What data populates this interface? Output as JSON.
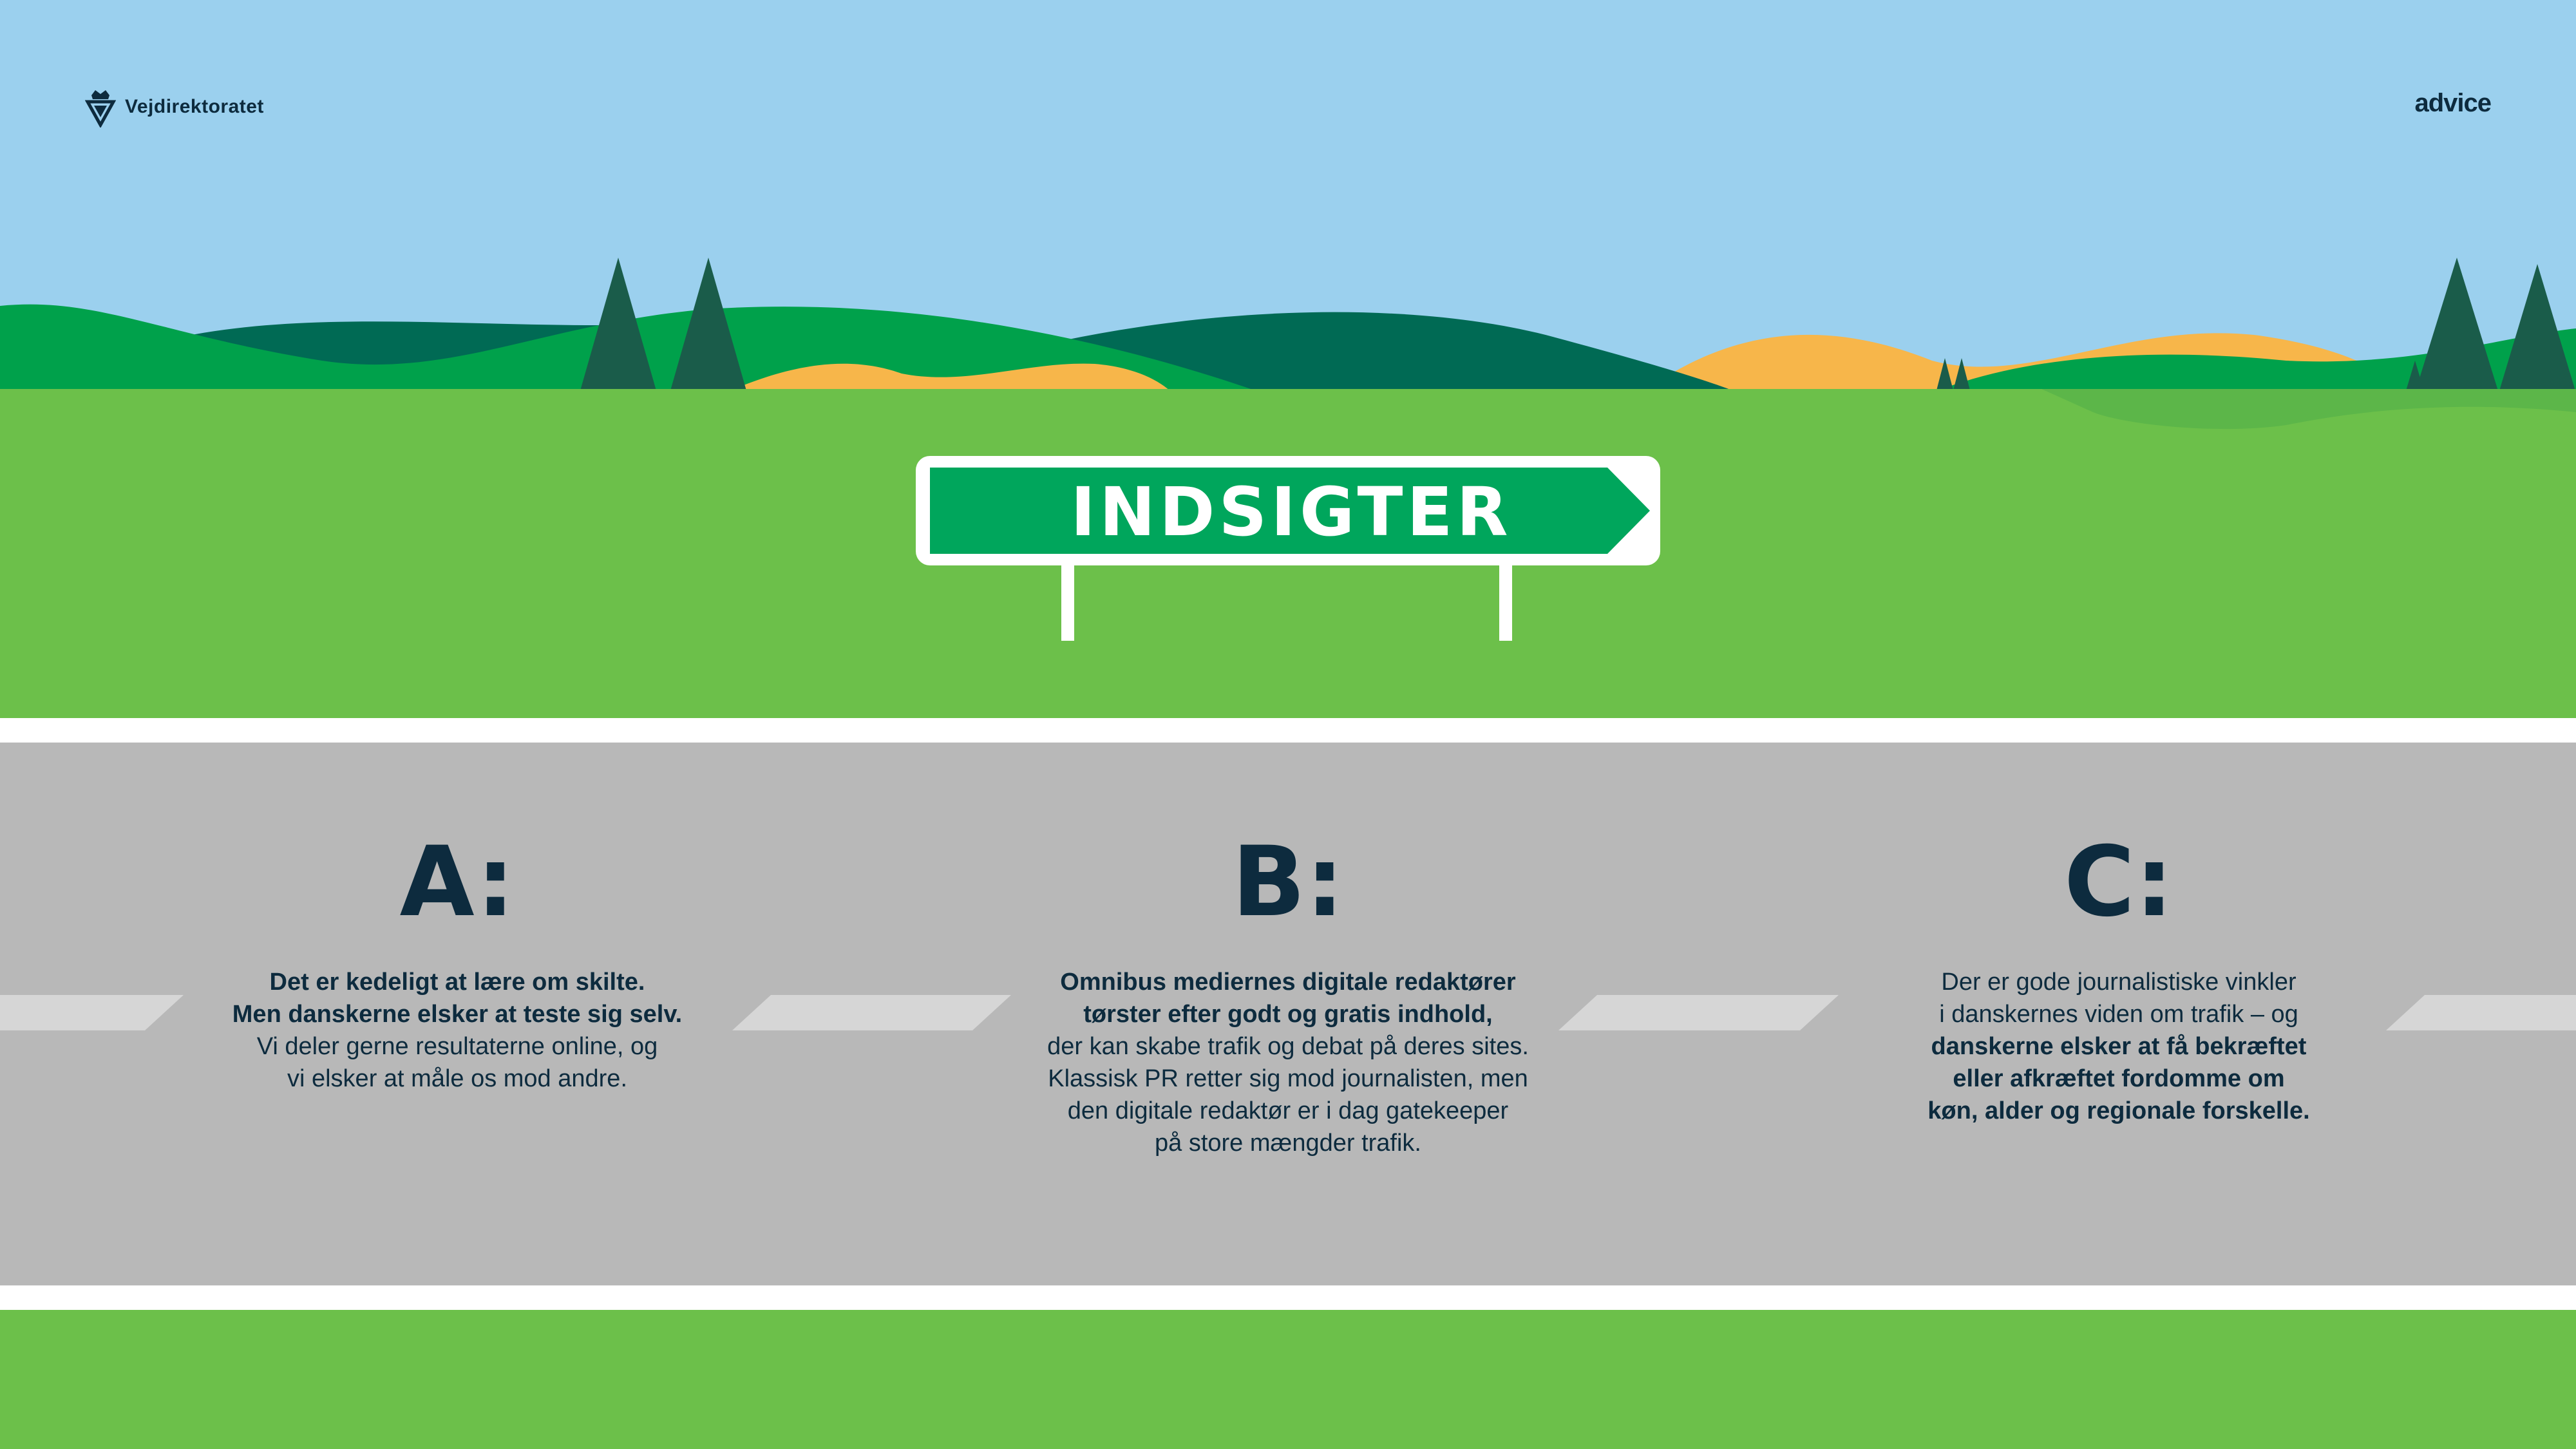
{
  "header": {
    "logo_left_text": "Vejdirektoratet",
    "logo_right_text": "advice"
  },
  "sign": {
    "label": "INDSIGTER"
  },
  "colors": {
    "sky": "#9bd0ee",
    "grass": "#6cc04a",
    "hill_dark": "#006a54",
    "hill_mid": "#00a14b",
    "hill_orange": "#f7b64a",
    "tree": "#1a5c4a",
    "road": "#b8b8b8",
    "road_marking": "#d6d6d6",
    "sign_green": "#00a65c",
    "text_navy": "#0d2b3e"
  },
  "columns": [
    {
      "heading": "A:",
      "bold_lines": [
        "Det er kedeligt at lære om skilte.",
        "Men danskerne elsker at teste sig selv."
      ],
      "normal_lines": [
        "Vi deler gerne resultaterne online, og",
        "vi elsker at måle os mod andre."
      ]
    },
    {
      "heading": "B:",
      "bold_lines": [
        "Omnibus mediernes digitale redaktører",
        "tørster efter godt og gratis indhold,"
      ],
      "normal_lines": [
        "der kan skabe trafik og debat på deres sites.",
        "Klassisk PR retter sig mod journalisten, men",
        "den digitale redaktør er i dag gatekeeper",
        "på store mængder trafik."
      ]
    },
    {
      "heading": "C:",
      "normal_lines": [
        "Der er gode journalistiske vinkler",
        "i danskernes viden om trafik – og"
      ],
      "bold_lines": [
        "danskerne elsker at få bekræftet",
        "eller afkræftet fordomme om",
        "køn, alder og regionale forskelle."
      ]
    }
  ]
}
